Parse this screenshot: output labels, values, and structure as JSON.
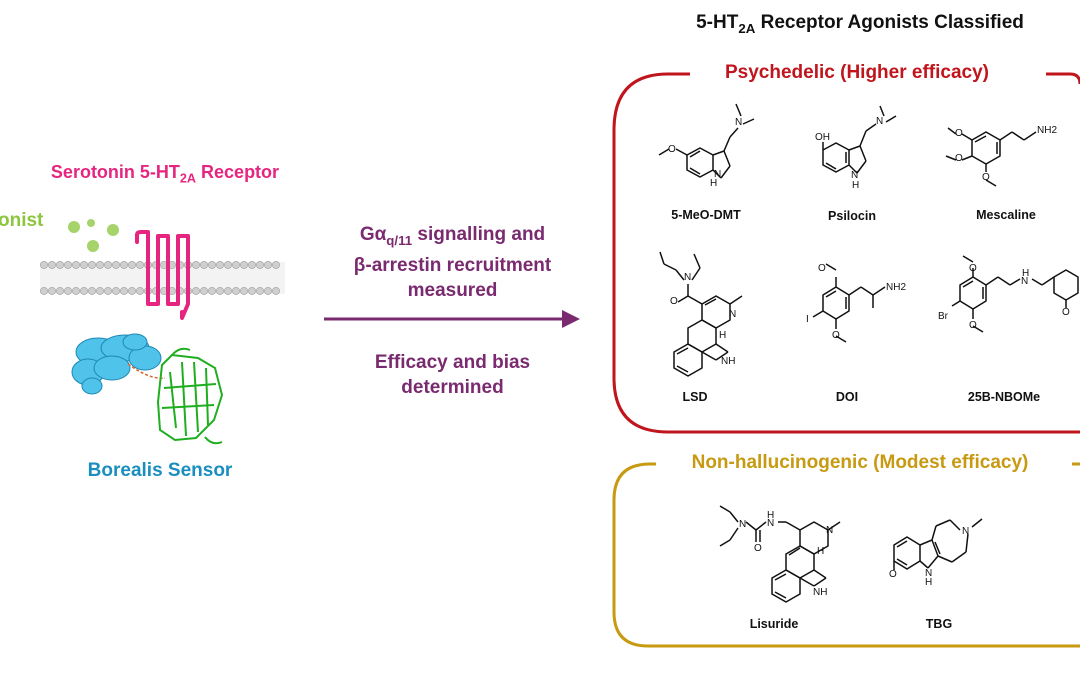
{
  "header": {
    "title": "5-HT",
    "title_sub": "2A",
    "title_rest": " Receptor Agonists Classified"
  },
  "receptor": {
    "title": "Serotonin 5-HT",
    "title_sub": "2A",
    "title_rest": " Receptor"
  },
  "agonist_label": "onist",
  "sensor_label": "Borealis Sensor",
  "assay": {
    "line1_pre": "Gα",
    "line1_sub": "q/11",
    "line1_post": " signalling and",
    "line2": "β-arrestin recruitment",
    "line3": "measured"
  },
  "outcome": {
    "line1": "Efficacy and bias",
    "line2": "determined"
  },
  "psychedelic": {
    "title": "Psychedelic (Higher efficacy)",
    "compounds": [
      "5-MeO-DMT",
      "Psilocin",
      "Mescaline",
      "LSD",
      "DOI",
      "25B-NBOMe"
    ]
  },
  "non_hallucinogenic": {
    "title": "Non-hallucinogenic (Modest efficacy)",
    "compounds": [
      "Lisuride",
      "TBG"
    ]
  },
  "atom_labels": {
    "n": "N",
    "nh": "NH",
    "h": "H",
    "oh": "OH",
    "o": "O",
    "nh2": "NH2",
    "i": "I",
    "br": "Br"
  },
  "colors": {
    "receptor": "#e5257f",
    "agonist": "#8cc63f",
    "sensor": "#1a8fbf",
    "arrow": "#7a2a6f",
    "psychedelic": "#c0151c",
    "non_hallucinogenic": "#c79a12"
  }
}
